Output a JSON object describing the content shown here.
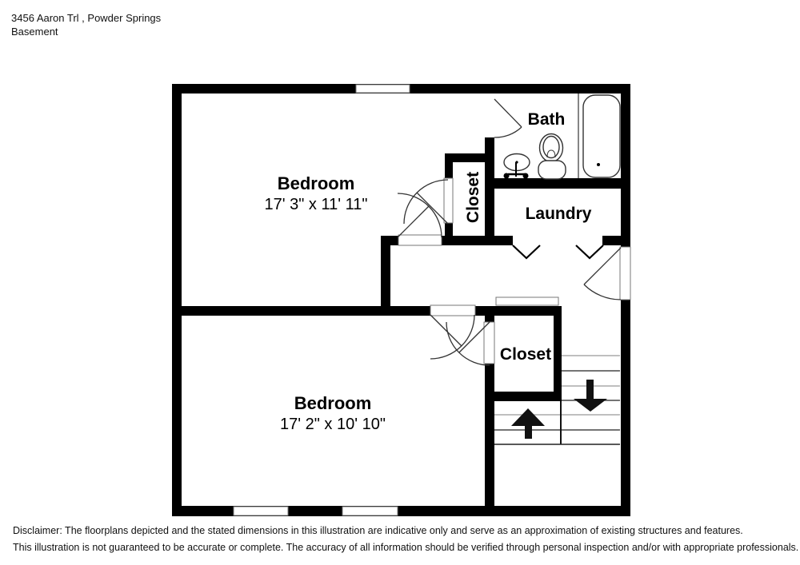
{
  "header": {
    "address": "3456 Aaron Trl , Powder Springs",
    "floor": "Basement"
  },
  "rooms": {
    "bedroom_upper": {
      "name": "Bedroom",
      "dims": "17' 3\" x 11' 11\""
    },
    "bedroom_lower": {
      "name": "Bedroom",
      "dims": "17' 2\" x 10' 10\""
    },
    "bath": {
      "name": "Bath"
    },
    "laundry": {
      "name": "Laundry"
    },
    "closet_upper": {
      "name": "Closet"
    },
    "closet_lower": {
      "name": "Closet"
    }
  },
  "stairs": {
    "up_arrow": "up",
    "down_arrow": "down"
  },
  "disclaimer": {
    "line1": "Disclaimer: The floorplans depicted and the stated dimensions in this illustration are indicative only and serve as an approximation of existing structures and features.",
    "line2": "This illustration is not guaranteed to be accurate or complete. The accuracy of all information should be verified through personal inspection and/or with appropriate professionals."
  },
  "colors": {
    "wall": "#000000",
    "background": "#ffffff",
    "thin_outline": "#777777"
  }
}
